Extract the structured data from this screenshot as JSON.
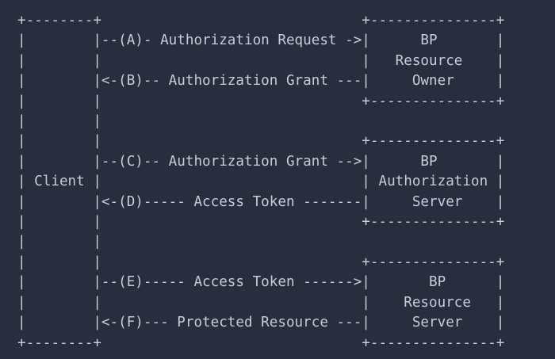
{
  "colors": {
    "background": "#292d3e",
    "text": "#c7ccd8"
  },
  "diagram": {
    "type": "ascii-flow-diagram",
    "lines": [
      "+--------+                               +---------------+",
      "|        |--(A)- Authorization Request ->|      BP       |",
      "|        |                               |   Resource    |",
      "|        |<-(B)-- Authorization Grant ---|     Owner     |",
      "|        |                               +---------------+",
      "|        |",
      "|        |                               +---------------+",
      "|        |--(C)-- Authorization Grant -->|      BP       |",
      "| Client |                               | Authorization |",
      "|        |<-(D)----- Access Token -------|     Server    |",
      "|        |                               +---------------+",
      "|        |",
      "|        |                               +---------------+",
      "|        |--(E)----- Access Token ------>|       BP      |",
      "|        |                               |    Resource   |",
      "|        |<-(F)--- Protected Resource ---|     Server    |",
      "+--------+                               +---------------+"
    ],
    "entities": {
      "client_label": "Client",
      "boxes": [
        {
          "line1": "BP",
          "line2": "Resource",
          "line3": "Owner"
        },
        {
          "line1": "BP",
          "line2": "Authorization",
          "line3": "Server"
        },
        {
          "line1": "BP",
          "line2": "Resource",
          "line3": "Server"
        }
      ]
    },
    "steps": [
      {
        "id": "A",
        "label": "Authorization Request",
        "direction": "right"
      },
      {
        "id": "B",
        "label": "Authorization Grant",
        "direction": "left"
      },
      {
        "id": "C",
        "label": "Authorization Grant",
        "direction": "right"
      },
      {
        "id": "D",
        "label": "Access Token",
        "direction": "left"
      },
      {
        "id": "E",
        "label": "Access Token",
        "direction": "right"
      },
      {
        "id": "F",
        "label": "Protected Resource",
        "direction": "left"
      }
    ]
  }
}
